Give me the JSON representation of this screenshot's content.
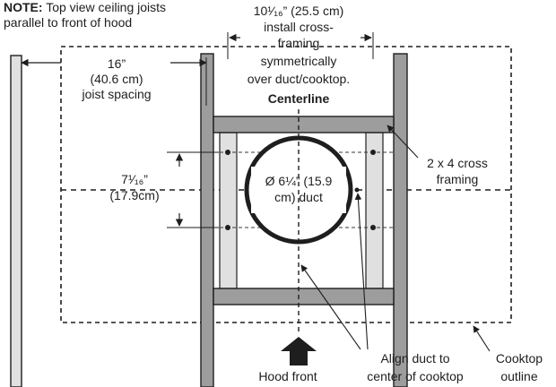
{
  "note": {
    "bold": "NOTE:",
    "line1": " Top view ceiling joists",
    "line2": "parallel to front of hood"
  },
  "joist_spacing": {
    "line1": "16”",
    "line2": "(40.6 cm)",
    "line3": "joist spacing"
  },
  "cross_framing_install": {
    "line1": "10¹⁄₁₆” (25.5 cm)",
    "line2": "install cross-",
    "line3": "framing",
    "line4": "symmetrically",
    "line5": "over duct/cooktop."
  },
  "centerline": "Centerline",
  "vertical_dim": {
    "line1": "7¹⁄₁₆”",
    "line2": "(17.9cm)"
  },
  "duct": {
    "line1": "Ø 6¼” (15.9",
    "line2": "cm) duct"
  },
  "framing_label": {
    "line1": "2 x 4 cross",
    "line2": "framing"
  },
  "hood_front": "Hood front",
  "align": {
    "line1": "Align duct to",
    "line2": "center of cooktop"
  },
  "cooktop": {
    "line1": "Cooktop",
    "line2": "outline"
  },
  "colors": {
    "joist_fill": "#9d9d9d",
    "light_joist_fill": "#e0e0e0",
    "stroke": "#1e1e1e",
    "accent": "#3a3a3a",
    "duct_fill": "#ffffff"
  }
}
